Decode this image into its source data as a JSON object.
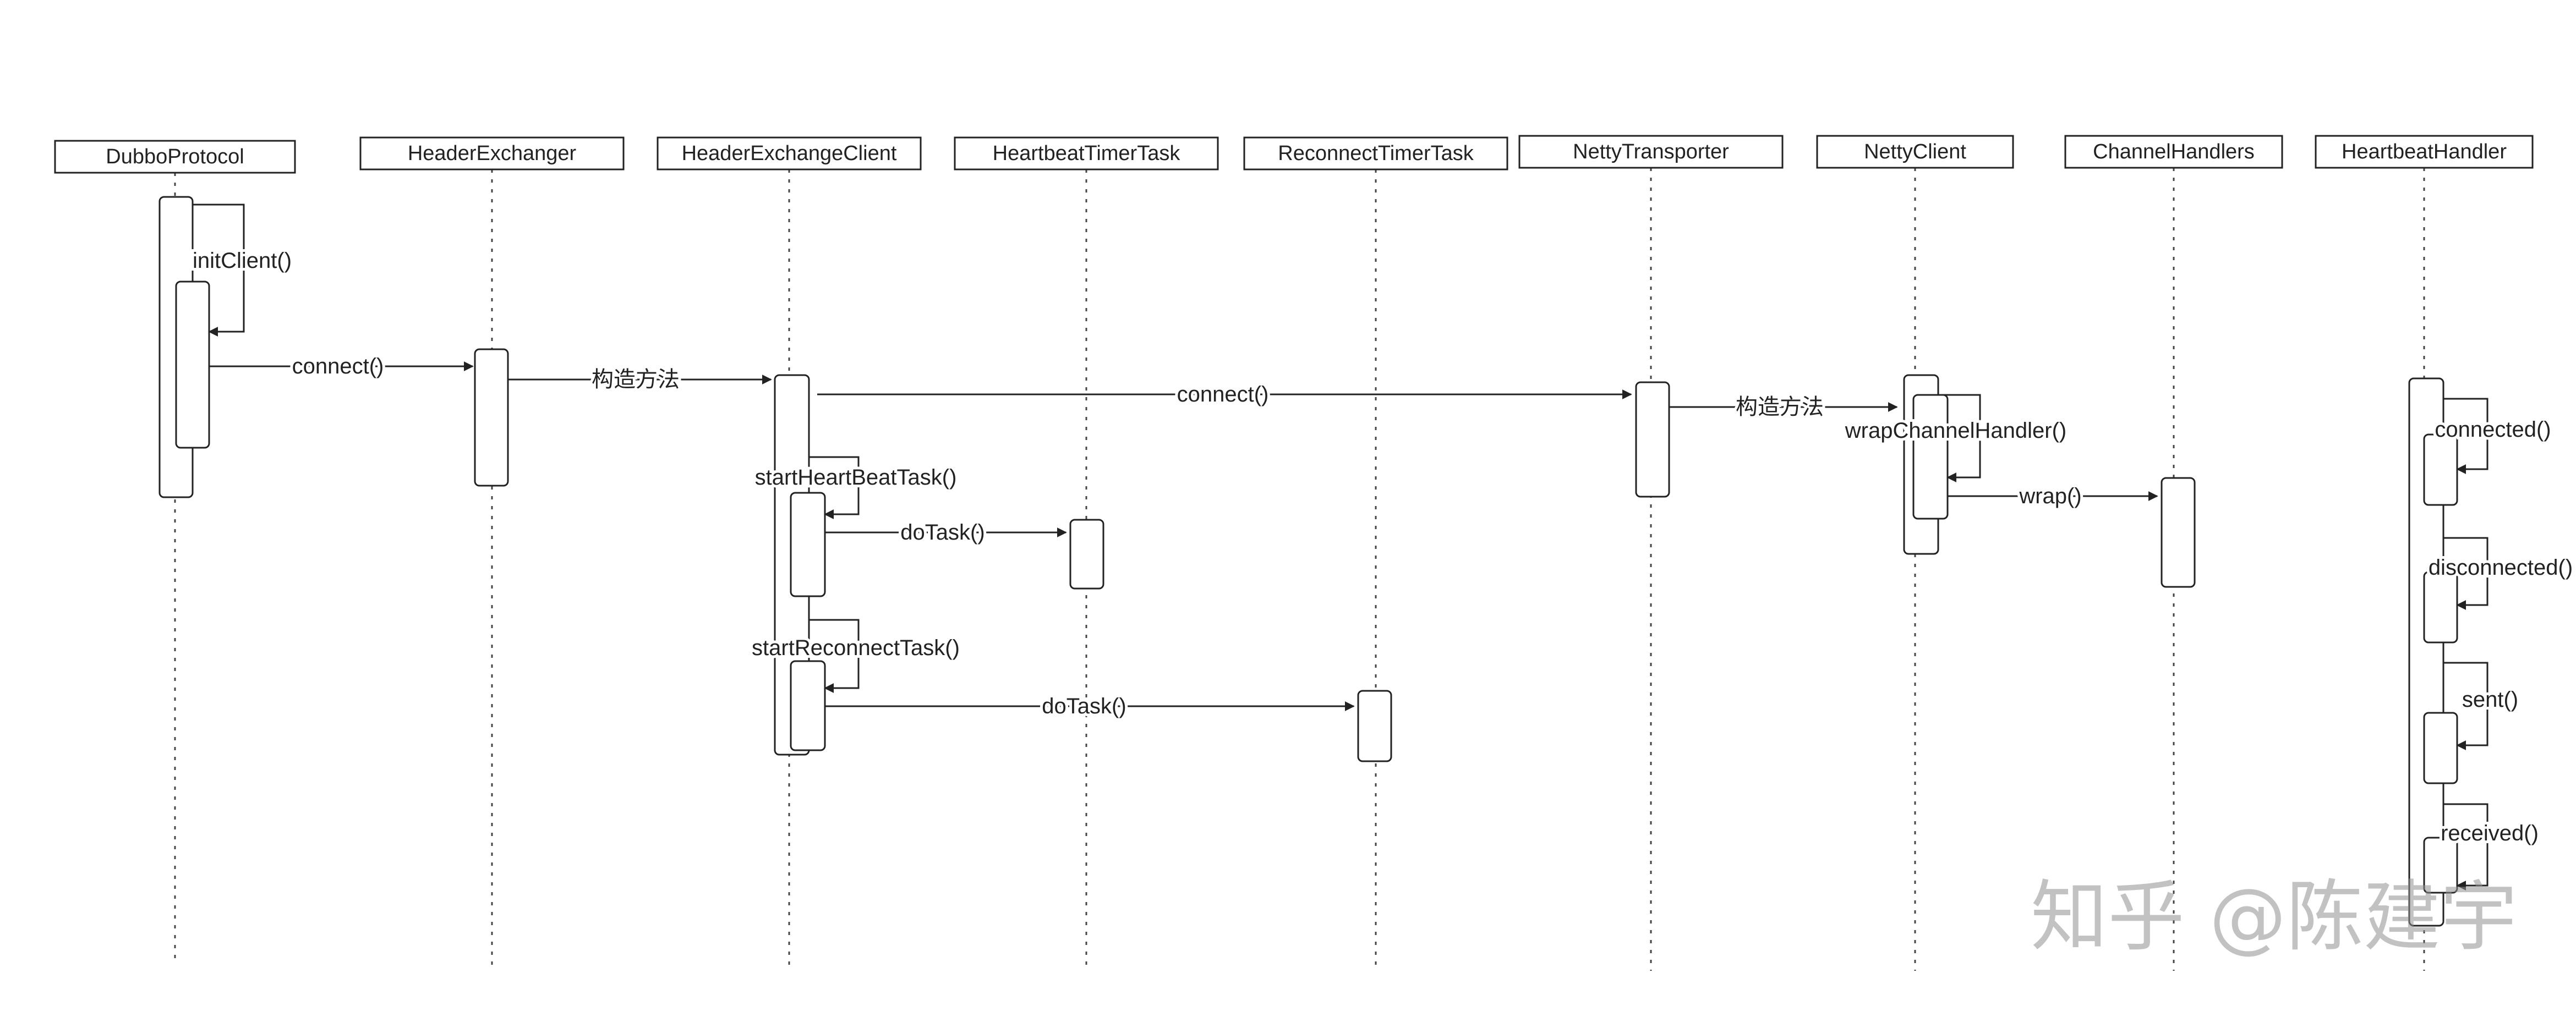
{
  "diagram": {
    "participants": [
      {
        "id": "dp",
        "label": "DubboProtocol"
      },
      {
        "id": "he",
        "label": "HeaderExchanger"
      },
      {
        "id": "hec",
        "label": "HeaderExchangeClient"
      },
      {
        "id": "htt",
        "label": "HeartbeatTimerTask"
      },
      {
        "id": "rtt",
        "label": "ReconnectTimerTask"
      },
      {
        "id": "nt",
        "label": "NettyTransporter"
      },
      {
        "id": "nc",
        "label": "NettyClient"
      },
      {
        "id": "ch",
        "label": "ChannelHandlers"
      },
      {
        "id": "hh",
        "label": "HeartbeatHandler"
      }
    ],
    "messages": [
      {
        "id": "m1",
        "from": "dp",
        "to": "dp",
        "label": "initClient()"
      },
      {
        "id": "m2",
        "from": "dp",
        "to": "he",
        "label": "connect()"
      },
      {
        "id": "m3",
        "from": "he",
        "to": "hec",
        "label": "构造方法"
      },
      {
        "id": "m4",
        "from": "hec",
        "to": "nt",
        "label": "connect()"
      },
      {
        "id": "m5",
        "from": "nt",
        "to": "nc",
        "label": "构造方法"
      },
      {
        "id": "m6",
        "from": "nc",
        "to": "nc",
        "label": "wrapChannelHandler()"
      },
      {
        "id": "m7",
        "from": "nc",
        "to": "ch",
        "label": "wrap()"
      },
      {
        "id": "m8",
        "from": "hec",
        "to": "hec",
        "label": "startHeartBeatTask()"
      },
      {
        "id": "m9",
        "from": "hec",
        "to": "htt",
        "label": "doTask()"
      },
      {
        "id": "m10",
        "from": "hec",
        "to": "hec",
        "label": "startReconnectTask()"
      },
      {
        "id": "m11",
        "from": "hec",
        "to": "rtt",
        "label": "doTask()"
      },
      {
        "id": "m12",
        "from": "hh",
        "to": "hh",
        "label": "connected()"
      },
      {
        "id": "m13",
        "from": "hh",
        "to": "hh",
        "label": "disconnected()"
      },
      {
        "id": "m14",
        "from": "hh",
        "to": "hh",
        "label": "sent()"
      },
      {
        "id": "m15",
        "from": "hh",
        "to": "hh",
        "label": "received()"
      }
    ]
  },
  "watermark": "知乎 @陈建宇",
  "colors": {
    "line": "#222222",
    "watermark": "#8f8f8f"
  }
}
